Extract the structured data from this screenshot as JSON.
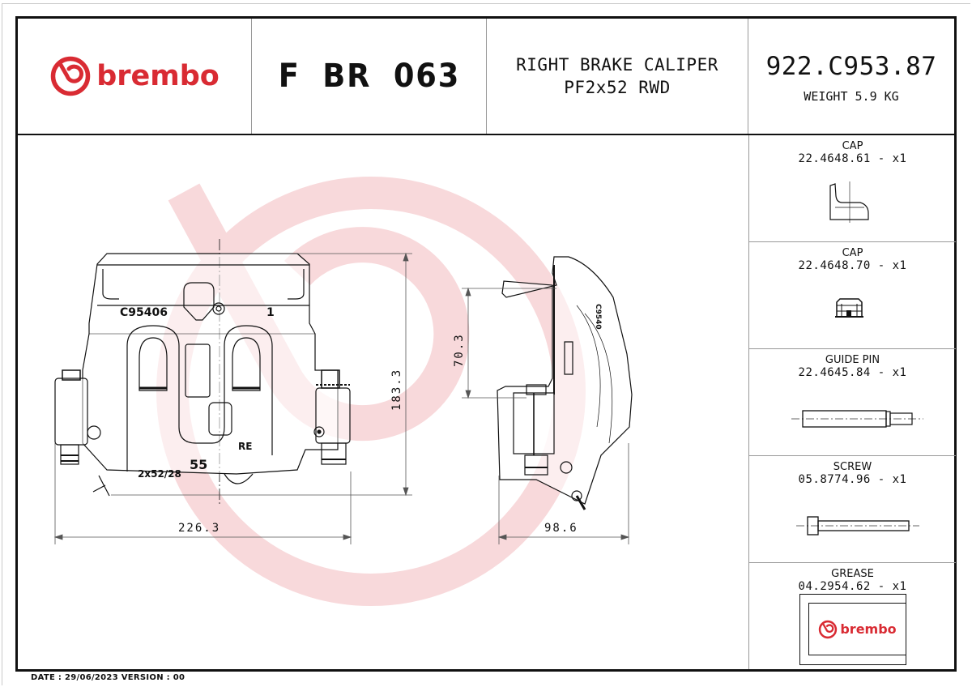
{
  "header": {
    "brand": "brembo",
    "product_code": "F BR 063",
    "title_line1": "RIGHT BRAKE CALIPER",
    "title_line2": "PF2x52 RWD",
    "part_number": "922.C953.87",
    "weight": "WEIGHT 5.9 KG"
  },
  "colors": {
    "brand_red": "#d92b33",
    "watermark_pink": "#f7d3d6",
    "line": "#111111",
    "divider": "#999999"
  },
  "drawing": {
    "front_view": {
      "casting_mark": "C95406",
      "index_mark": "1",
      "side_mark": "RE",
      "piston_size_mark": "55",
      "piston_spec_mark": "2x52/28"
    },
    "side_view": {
      "casting_mark": "C9540"
    },
    "dimensions": {
      "width": "226.3",
      "height": "183.3",
      "depth": "98.6",
      "mount_offset": "70.3"
    }
  },
  "kit": [
    {
      "name": "CAP",
      "code": "22.4648.61 - x1",
      "icon": "cap-angled-icon"
    },
    {
      "name": "CAP",
      "code": "22.4648.70 - x1",
      "icon": "cap-square-icon"
    },
    {
      "name": "GUIDE PIN",
      "code": "22.4645.84 - x1",
      "icon": "guide-pin-icon"
    },
    {
      "name": "SCREW",
      "code": "05.8774.96 - x1",
      "icon": "screw-icon"
    },
    {
      "name": "GREASE",
      "code": "04.2954.62 - x1",
      "icon": "grease-pack-icon",
      "pack_brand": "brembo"
    }
  ],
  "footer": {
    "text": "DATE : 29/06/2023 VERSION : 00"
  }
}
